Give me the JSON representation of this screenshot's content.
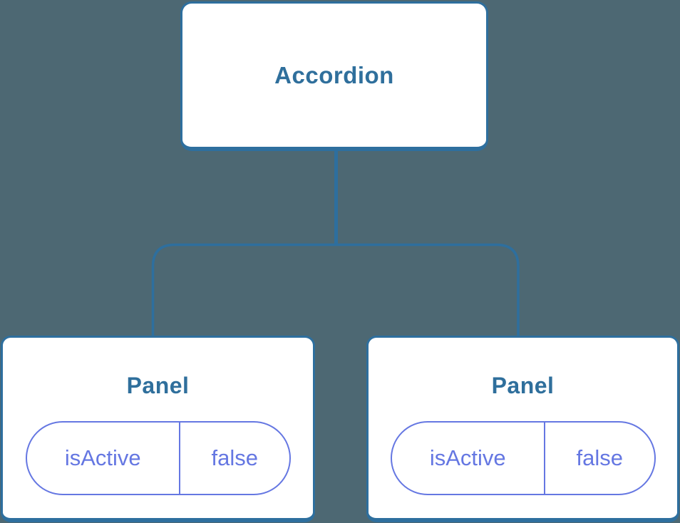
{
  "diagram": {
    "root": {
      "label": "Accordion"
    },
    "panels": [
      {
        "label": "Panel",
        "state_key": "isActive",
        "state_value": "false"
      },
      {
        "label": "Panel",
        "state_key": "isActive",
        "state_value": "false"
      }
    ]
  },
  "colors": {
    "background": "#4D6873",
    "node_fill": "#FFFFFF",
    "node_border": "#2E6F9E",
    "node_text": "#2F6F9C",
    "connector": "#2E6F9E",
    "state_accent": "#6577E2"
  }
}
